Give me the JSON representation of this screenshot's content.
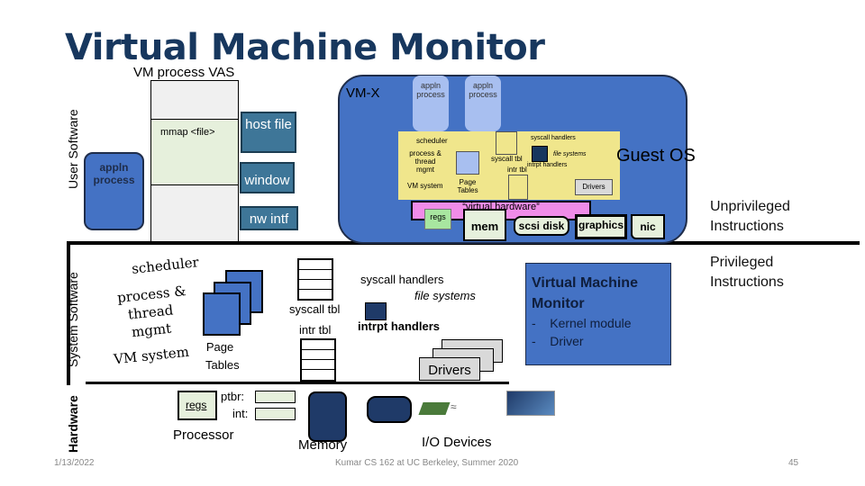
{
  "title": "Virtual Machine Monitor",
  "vas_label": "VM process VAS",
  "side_labels": {
    "user_software": "User Software",
    "system_software": "System Software",
    "hardware": "Hardware"
  },
  "user_layer": {
    "mmap_label": "mmap <file>",
    "appln_process": "appln process",
    "host_file": "host file",
    "window": "window",
    "nw_intf": "nw intf",
    "vmx_label": "VM-X",
    "guest_apps": [
      "appln process",
      "appln process"
    ],
    "guest_os": {
      "label": "Guest OS",
      "scheduler": "scheduler",
      "process_thread_mgmt": "process & thread mgmt",
      "vm_system": "VM system",
      "page_tables": "Page Tables",
      "syscall_tbl": "syscall tbl",
      "syscall_handlers": "syscall handlers",
      "file_systems": "file systems",
      "intr_tbl": "intr tbl",
      "intrpt_handlers": "intrpt handlers",
      "drivers": "Drivers"
    },
    "virtual_hardware": {
      "label": "“virtual hardware”",
      "regs": "regs",
      "devices": [
        "mem",
        "scsi disk",
        "graphics",
        "nic"
      ]
    },
    "unprivileged_label": "Unprivileged Instructions"
  },
  "system_layer": {
    "scheduler": "scheduler",
    "process": "process &",
    "thread": "thread",
    "mgmt": "mgmt",
    "vm_system": "VM system",
    "page_tables_line1": "Page",
    "page_tables_line2": "Tables",
    "syscall_tbl": "syscall tbl",
    "syscall_handlers": "syscall handlers",
    "file_systems": "file systems",
    "intr_tbl": "intr tbl",
    "intrpt_handlers": "intrpt handlers",
    "drivers": "Drivers",
    "vmm": {
      "title": "Virtual Machine Monitor",
      "items": [
        "Kernel module",
        "Driver"
      ]
    },
    "privileged_label": "Privileged Instructions"
  },
  "hardware_layer": {
    "regs": "regs",
    "ptbr": "ptbr:",
    "int": "int:",
    "processor": "Processor",
    "memory": "Memory",
    "io_devices": "I/O Devices"
  },
  "footer": {
    "date": "1/13/2022",
    "course": "Kumar CS 162 at UC Berkeley, Summer 2020",
    "page": "45"
  }
}
